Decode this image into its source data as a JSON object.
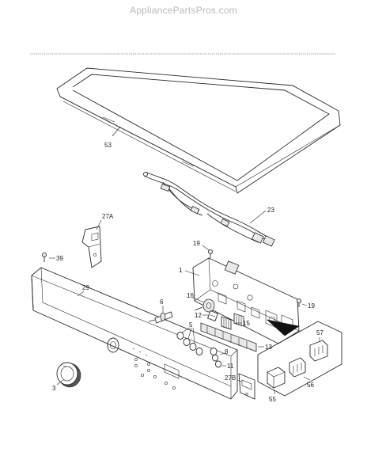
{
  "watermark": "AppliancePartsPros.com",
  "callouts": {
    "c53": "53",
    "c23": "23",
    "c27a": "27A",
    "c39": "39",
    "c19a": "19",
    "c1": "1",
    "c29": "29",
    "c6": "6",
    "c16": "16",
    "c12": "12",
    "c15": "15",
    "c5": "5",
    "c19b": "19",
    "c57": "57",
    "c13": "13",
    "c8": "8",
    "c11": "11",
    "c56": "56",
    "c3": "3",
    "c27b": "27B",
    "c55": "55"
  }
}
